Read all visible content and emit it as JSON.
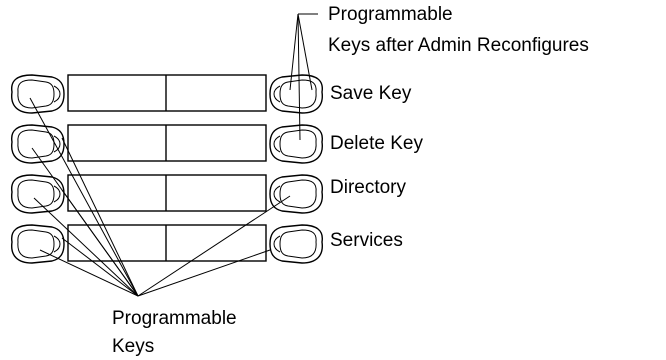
{
  "labels": {
    "top_callout_line1": "Programmable",
    "top_callout_line2": "Keys after Admin Reconfigures",
    "save_key": "Save Key",
    "delete_key": "Delete Key",
    "directory": "Directory",
    "services": "Services",
    "bottom_callout_line1": "Programmable",
    "bottom_callout_line2": "Keys"
  }
}
